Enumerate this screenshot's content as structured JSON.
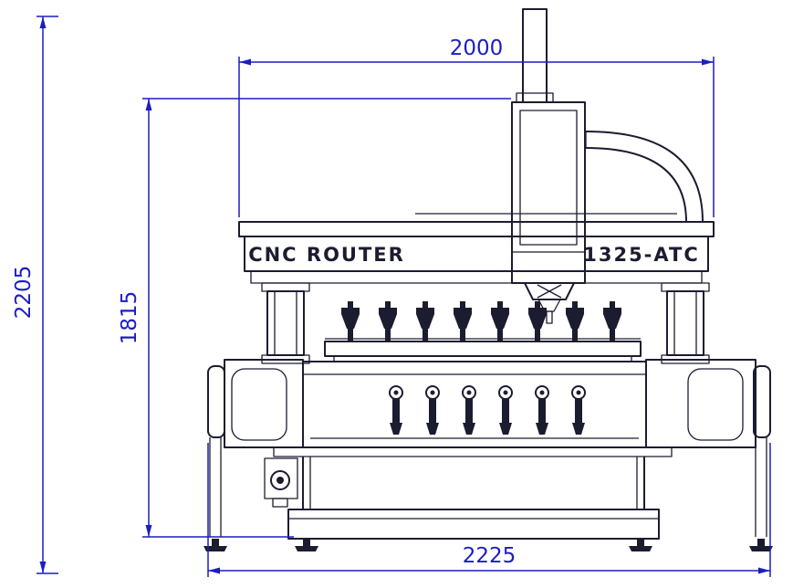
{
  "drawing": {
    "machine_labels": {
      "name": "CNC ROUTER",
      "model": "1325-ATC"
    },
    "dimensions": {
      "top_width": "2000",
      "overall_height": "2205",
      "gantry_height": "1815",
      "overall_width": "2225"
    },
    "colors": {
      "dimension": "#1d1dc2",
      "line": "#1c1c30",
      "background": "#ffffff"
    }
  }
}
